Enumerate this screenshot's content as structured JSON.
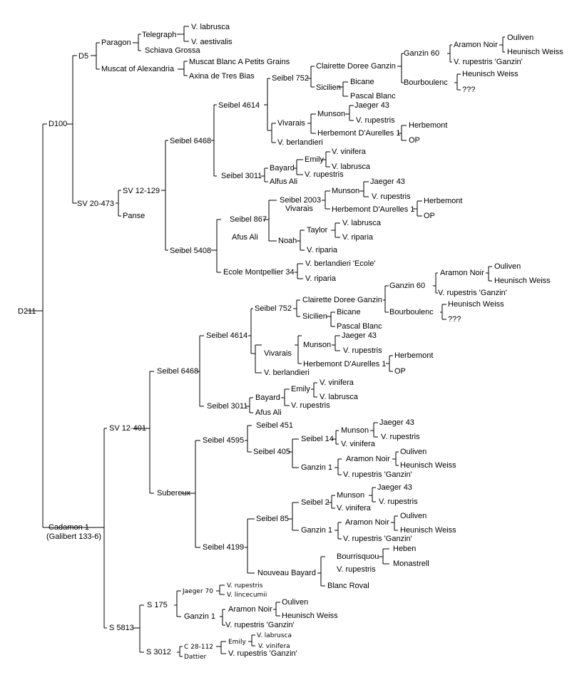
{
  "root": "D211",
  "d100": {
    "name": "D100",
    "d5": {
      "name": "D5",
      "paragon": "Paragon",
      "telegraph": "Telegraph",
      "v_labrusca": "V. labrusca",
      "v_aestivalis": "V. aestivalis",
      "schiava_grossa": "Schiava Grossa",
      "muscat_alexandria": "Muscat of Alexandria",
      "muscat_blanc": "Muscat Blanc A Petits Grains",
      "axina": "Axina de Tres Bias"
    },
    "sv20473": {
      "name": "SV 20-473",
      "sv12129": "SV 12-129",
      "panse": "Panse",
      "seibel6468": {
        "name": "Seibel 6468",
        "seibel4614": "Seibel 4614",
        "seibel752": "Seibel 752",
        "clairette": "Clairette Doree Ganzin",
        "ganzin60": "Ganzin 60",
        "aramon_noir": "Aramon Noir",
        "ouliven": "Ouliven",
        "heunisch_weiss": "Heunisch Weiss",
        "v_rupestris_ganzin": "V. rupestris 'Ganzin'",
        "bourboulenc": "Bourboulenc",
        "bourboulenc_heunisch": "Heunisch Weiss",
        "unknown": "???",
        "sicilien": "Sicilien",
        "bicane": "Bicane",
        "pascal_blanc": "Pascal Blanc",
        "vivarais": "Vivarais",
        "munson": "Munson",
        "jaeger43": "Jaeger 43",
        "v_rupestris": "V. rupestris",
        "herbemont_aurelles": "Herbemont D'Aurelles 1",
        "herbemont": "Herbemont",
        "op": "OP",
        "v_berlandieri": "V. berlandieri",
        "seibel3011": "Seibel 3011",
        "bayard": "Bayard",
        "emily": "Emily",
        "v_vinifera": "V. vinifera",
        "v_labrusca": "V. labrusca",
        "bayard_rupestris": "V. rupestris",
        "alfus_ali": "Alfus Ali"
      },
      "seibel5408": {
        "name": "Seibel 5408",
        "seibel867": "Seibel 867",
        "seibel2003": "Seibel 2003",
        "vivarais": "Vivarais",
        "munson": "Munson",
        "jaeger43": "Jaeger 43",
        "v_rupestris": "V. rupestris",
        "herbemont_aurelles": "Herbemont D'Aurelles 1",
        "herbemont": "Herbemont",
        "op": "OP",
        "afus_ali": "Afus Ali",
        "noah": "Noah",
        "taylor": "Taylor",
        "v_labrusca": "V. labrusca",
        "v_riparia_t": "V. riparia",
        "v_riparia": "V. riparia",
        "ecole": "Ecole Montpellier 34",
        "v_berlandieri_ecole": "V. berlandieri 'Ecole'",
        "ecole_riparia": "V. riparia"
      }
    }
  },
  "cadamon": {
    "name_line1": "Cadamon 1",
    "name_line2": "(Galibert 133-6)",
    "sv12401": {
      "name": "SV 12-401",
      "seibel6468": {
        "name": "Seibel 6468",
        "seibel4614": "Seibel 4614",
        "seibel752": "Seibel 752",
        "clairette": "Clairette Doree Ganzin",
        "ganzin60": "Ganzin 60",
        "aramon_noir": "Aramon Noir",
        "ouliven": "Ouliven",
        "heunisch_weiss": "Heunisch Weiss",
        "v_rupestris_ganzin": "V. rupestris 'Ganzin'",
        "bourboulenc": "Bourboulenc",
        "bourboulenc_heunisch": "Heunisch Weiss",
        "unknown": "???",
        "sicilien": "Sicilien",
        "bicane": "Bicane",
        "pascal_blanc": "Pascal Blanc",
        "vivarais": "Vivarais",
        "munson": "Munson",
        "jaeger43": "Jaeger 43",
        "v_rupestris": "V. rupestris",
        "herbemont_aurelles": "Herbemont D'Aurelles 1",
        "herbemont": "Herbemont",
        "op": "OP",
        "v_berlandieri": "V. berlandieri",
        "seibel3011": "Seibel 3011",
        "bayard": "Bayard",
        "emily": "Emily",
        "v_vinifera": "V. vinifera",
        "v_labrusca": "V. labrusca",
        "bayard_rupestris": "V. rupestris",
        "alfus_ali": "Afus Ali"
      },
      "subereux": {
        "name": "Subereux",
        "seibel4595": "Seibel 4595",
        "seibel451": "Seibel 451",
        "seibel405": "Seibel 405",
        "seibel14": "Seibel 14",
        "munson": "Munson",
        "jaeger43": "Jaeger 43",
        "v_rupestris": "V. rupestris",
        "v_vinifera": "V. vinifera",
        "ganzin1": "Ganzin 1",
        "aramon_noir": "Aramon Noir",
        "ouliven": "Ouliven",
        "heunisch_weiss": "Heunisch Weiss",
        "v_rupestris_ganzin": "V. rupestris 'Ganzin'",
        "seibel4199": "Seibel 4199",
        "seibel85": "Seibel 85",
        "seibel2": "Seibel 2",
        "b_munson": "Munson",
        "b_jaeger43": "Jaeger 43",
        "b_v_rupestris": "V. rupestris",
        "b_v_vinifera": "V. vinifera",
        "b_ganzin1": "Ganzin 1",
        "b_aramon_noir": "Aramon Noir",
        "b_ouliven": "Ouliven",
        "b_heunisch_weiss": "Heunisch Weiss",
        "b_v_rupestris_ganzin": "V. rupestris 'Ganzin'",
        "nouveau_bayard": "Nouveau Bayard",
        "bourrisquou": "Bourrisquou",
        "heben": "Heben",
        "monastrell": "Monastrell",
        "nb_v_rupestris": "V. rupestris",
        "blanc_roval": "Blanc Roval"
      }
    },
    "s5813": {
      "name": "S 5813",
      "s175": "S 175",
      "jaeger70": "Jaeger 70",
      "v_rupestris": "V. rupestris",
      "v_lincecumii": "V. lincecumii",
      "ganzin1": "Ganzin 1",
      "aramon_noir": "Aramon Noir",
      "ouliven": "Ouliven",
      "heunisch_weiss": "Heunisch Weiss",
      "v_rupestris_ganzin": "V. rupestris 'Ganzin'",
      "s3012": "S 3012",
      "c28112": "C 28-112",
      "emily": "Emily",
      "v_labrusca": "V. labrusca",
      "v_vinifera": "V. vinifera",
      "c_v_rupestris_ganzin": "V. rupestris 'Ganzin'",
      "dattier": "Dattier"
    }
  }
}
